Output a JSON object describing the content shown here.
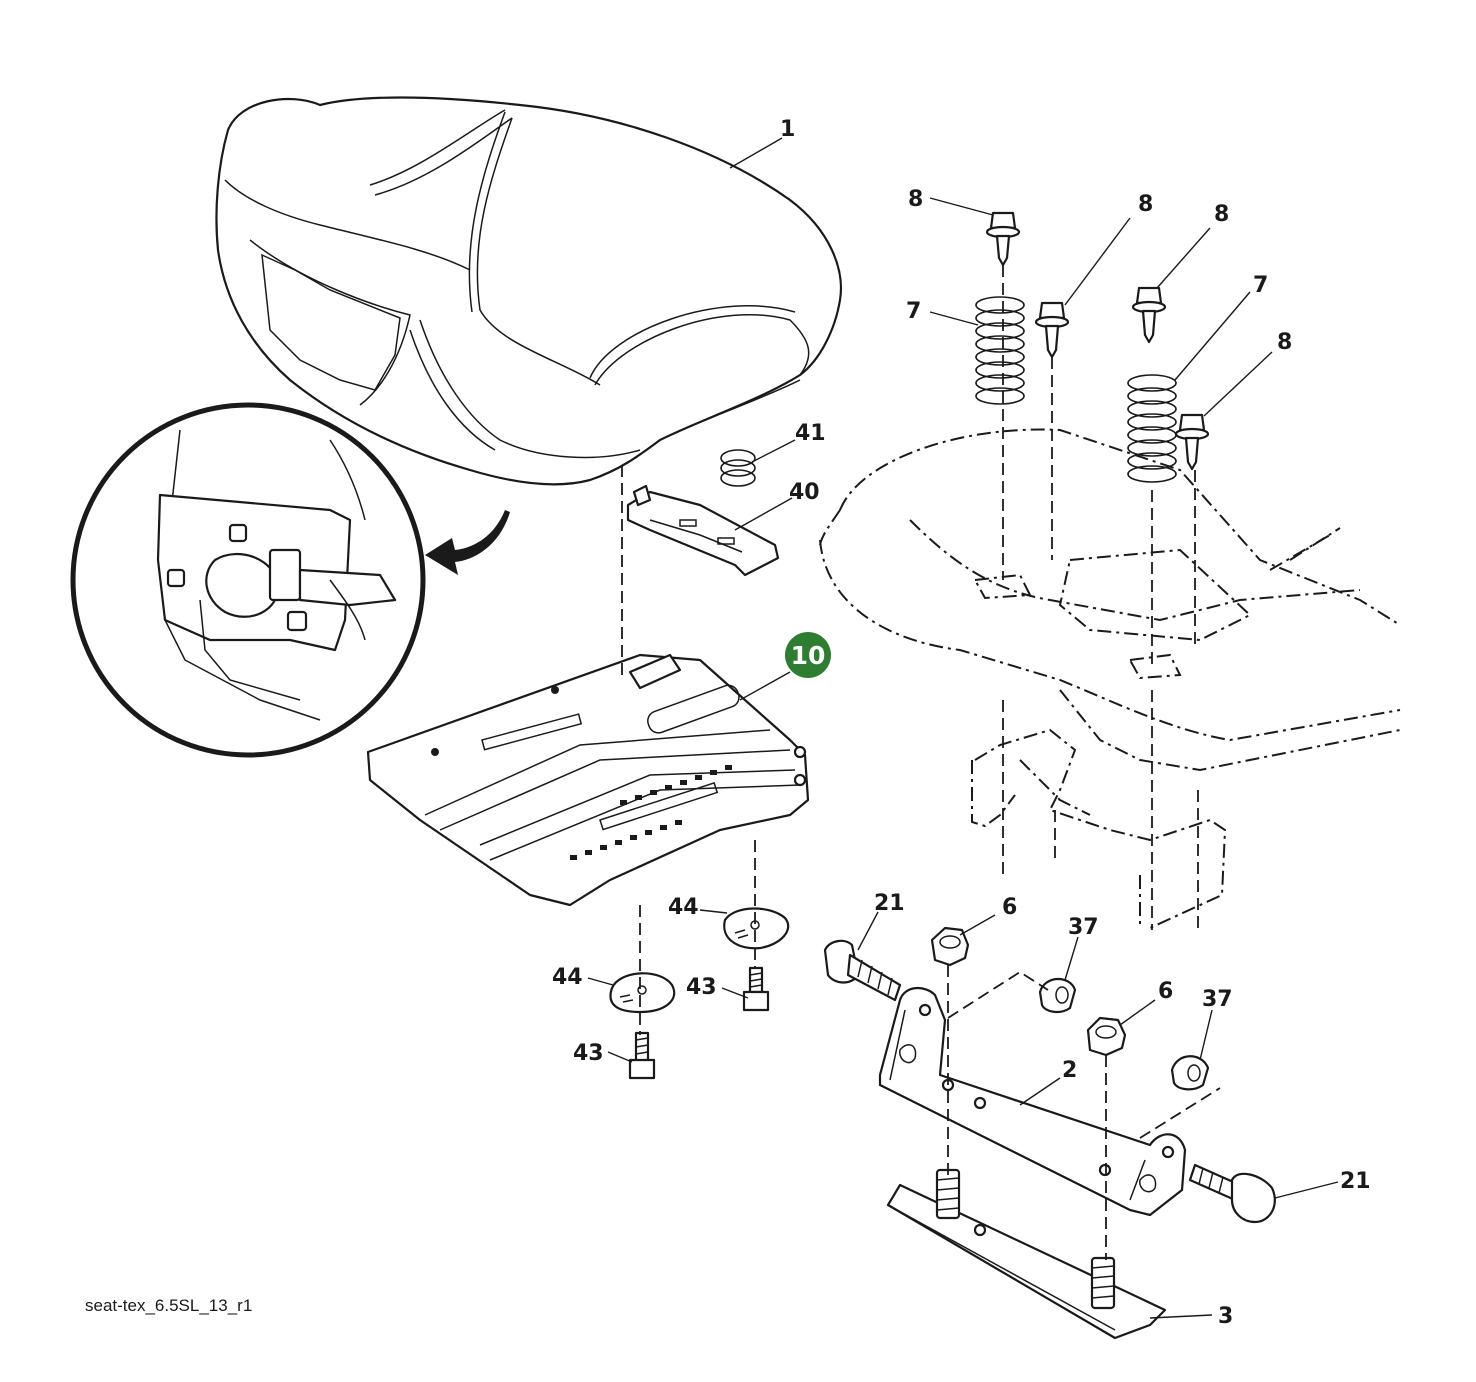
{
  "callouts": {
    "seat": "1",
    "hinge_bracket": "2",
    "base_plate": "3",
    "nut_left": "6",
    "nut_right": "6",
    "spring_left": "7",
    "spring_right": "7",
    "bolt_a": "8",
    "bolt_b": "8",
    "bolt_c": "8",
    "bolt_d": "8",
    "seat_pan": "10",
    "bolt_hinge_left": "21",
    "bolt_hinge_right": "21",
    "nut_37_left": "37",
    "nut_37_right": "37",
    "slide_clip": "40",
    "knob_spring": "41",
    "screw_left": "43",
    "screw_right": "43",
    "washer_left": "44",
    "washer_right": "44"
  },
  "caption": "seat-tex_6.5SL_13_r1",
  "colors": {
    "line": "#1a1a1a",
    "highlight": "#2f7d32",
    "background": "#ffffff"
  }
}
